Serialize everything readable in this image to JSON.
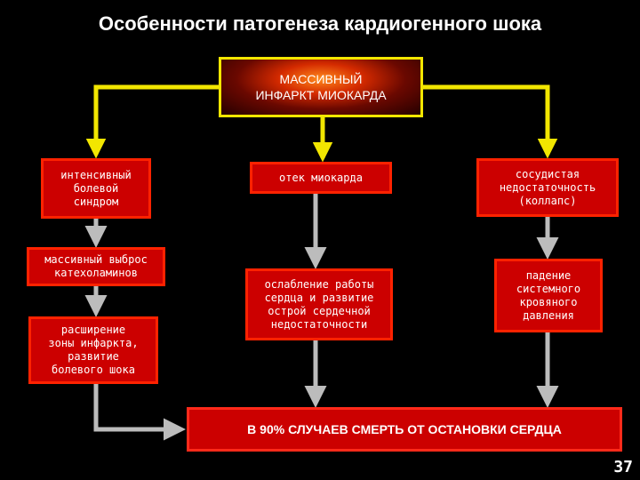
{
  "title": "Особенности патогенеза кардиогенного шока",
  "nodes": {
    "top": "МАССИВНЫЙ\nИНФАРКТ МИОКАРДА",
    "pain": "интенсивный\nболевой\nсиндром",
    "catecholamines": "массивный выброс\nкатехоламинов",
    "expansion": "расширение\nзоны инфаркта,\nразвитие\nболевого шока",
    "edema": "отек миокарда",
    "weakening": "ослабление работы\nсердца  и развитие\nострой  сердечной\nнедостаточности",
    "vascular": "сосудистая\nнедостаточность\n(коллапс)",
    "pressure": "падение\nсистемного\nкровяного\nдавления",
    "final": "В 90% СЛУЧАЕВ СМЕРТЬ ОТ ОСТАНОВКИ СЕРДЦА"
  },
  "page_number": "37",
  "colors": {
    "arrow_yellow": "#f2e600",
    "arrow_gray": "#bcbcbc",
    "box_red": "#cc0000",
    "border_red": "#ff2200"
  }
}
